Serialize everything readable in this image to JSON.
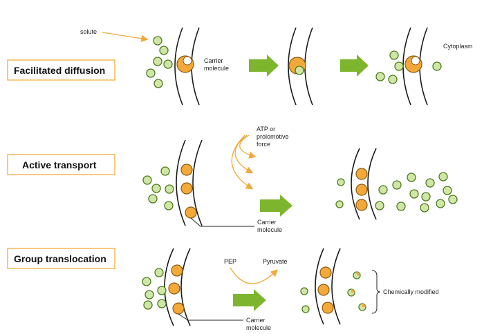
{
  "labels": {
    "solute": "solute",
    "carrier_1": "Carrier",
    "carrier_2": "molecule",
    "cytoplasm": "Cytoplasm",
    "atp_1": "ATP or",
    "atp_2": "prolomotive",
    "atp_3": "force",
    "pep": "PEP",
    "pyruvate": "Pyruvate",
    "chem_mod": "Chemically modified"
  },
  "sections": [
    {
      "title": "Facilitated diffusion"
    },
    {
      "title": "Active transport"
    },
    {
      "title": "Group translocation"
    }
  ],
  "colors": {
    "solute_fill": "#cfe6a6",
    "solute_stroke": "#4d7a1e",
    "carrier_fill": "#f3a93a",
    "arrow_green": "#7db52e",
    "label_border": "#f2b24a"
  }
}
